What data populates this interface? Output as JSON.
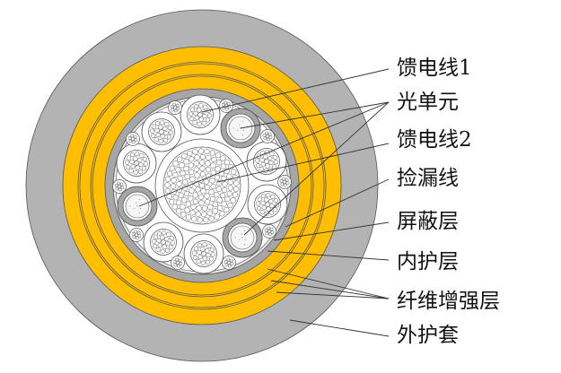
{
  "diagram": {
    "subject": "cable-cross-section",
    "colors": {
      "outer_sheath": "#b3b3b3",
      "fiber_reinforcement": "#ffbf00",
      "inner_sheath": "#a6a6a6",
      "line": "#555555",
      "fill": "#ffffff"
    },
    "labels": [
      {
        "text": "馈电线1"
      },
      {
        "text": "光单元"
      },
      {
        "text": "馈电线2"
      },
      {
        "text": "捡漏线"
      },
      {
        "text": "屏蔽层"
      },
      {
        "text": "内护层"
      },
      {
        "text": "纤维增强层"
      },
      {
        "text": "外护套"
      }
    ]
  }
}
